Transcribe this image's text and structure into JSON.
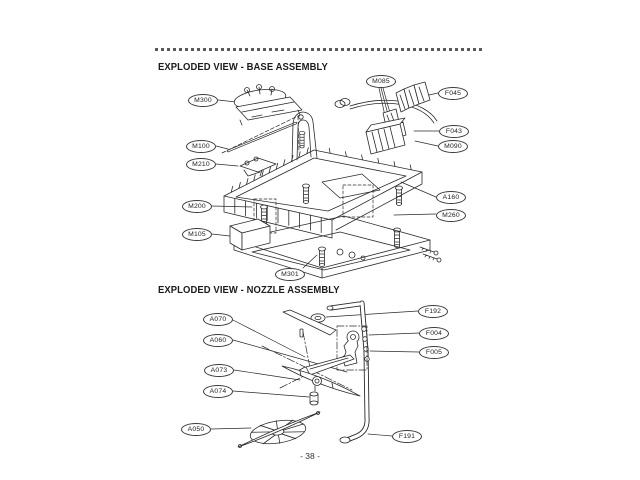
{
  "page": {
    "number": "- 38 -"
  },
  "ink_color": "#2b2b2b",
  "base_section": {
    "title": "EXPLODED VIEW - BASE ASSEMBLY",
    "callouts": [
      {
        "id": "M300"
      },
      {
        "id": "M100"
      },
      {
        "id": "M210"
      },
      {
        "id": "M200"
      },
      {
        "id": "M105"
      },
      {
        "id": "M301"
      },
      {
        "id": "M085"
      },
      {
        "id": "F045"
      },
      {
        "id": "F043"
      },
      {
        "id": "M090"
      },
      {
        "id": "A160"
      },
      {
        "id": "M260"
      }
    ]
  },
  "nozzle_section": {
    "title": "EXPLODED VIEW - NOZZLE ASSEMBLY",
    "callouts": [
      {
        "id": "A070"
      },
      {
        "id": "A060"
      },
      {
        "id": "A073"
      },
      {
        "id": "A074"
      },
      {
        "id": "A050"
      },
      {
        "id": "F192"
      },
      {
        "id": "F004"
      },
      {
        "id": "F005"
      },
      {
        "id": "F191"
      }
    ]
  }
}
